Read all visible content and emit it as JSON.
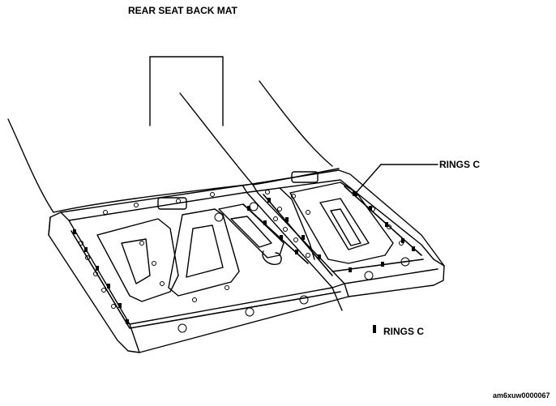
{
  "labels": {
    "mat": "REAR SEAT BACK MAT",
    "rings_top": "RINGS C",
    "rings_legend": "RINGS C",
    "figure_code": "am6xuw0000067"
  },
  "legend": {
    "marker_icon": "ring-c-marker-icon"
  },
  "colors": {
    "line": "#000000",
    "background": "#ffffff"
  }
}
